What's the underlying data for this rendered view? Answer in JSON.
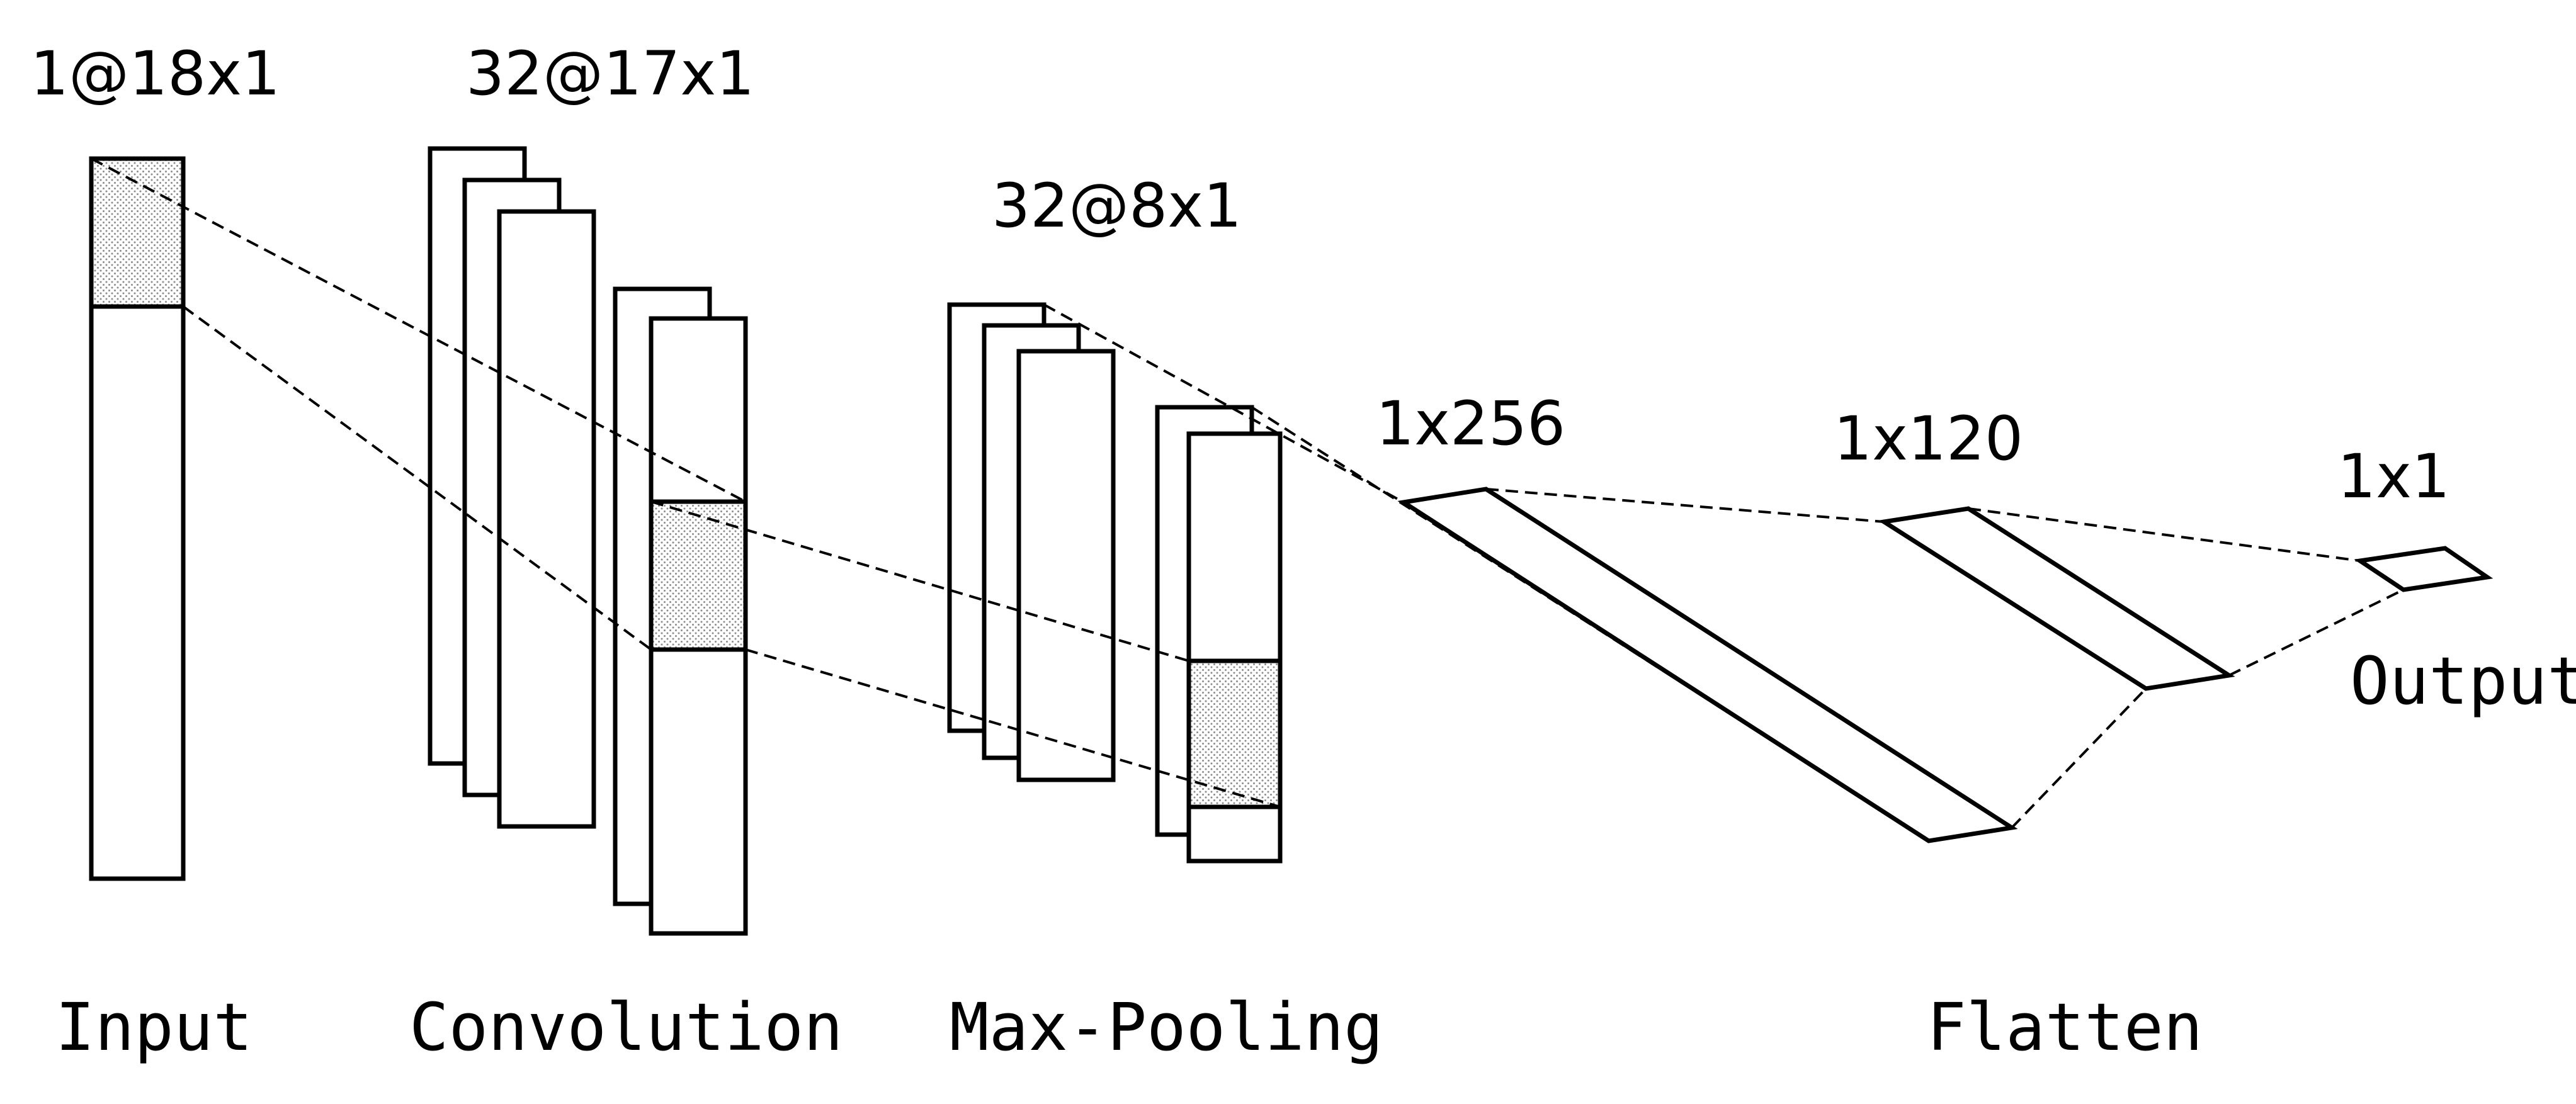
{
  "layers": {
    "input": {
      "stage_label": "Input",
      "dim_label": "1@18x1"
    },
    "convolution": {
      "stage_label": "Convolution",
      "dim_label": "32@17x1"
    },
    "max_pooling": {
      "stage_label": "Max-Pooling",
      "dim_label": "32@8x1"
    },
    "flatten": {
      "stage_label": "Flatten",
      "dim_label_a": "1x256",
      "dim_label_b": "1x120"
    },
    "output": {
      "stage_label": "Output",
      "dim_label": "1x1"
    }
  },
  "colors": {
    "stroke": "#000000",
    "background": "#ffffff",
    "dot_fill": "#9a9a9a"
  }
}
